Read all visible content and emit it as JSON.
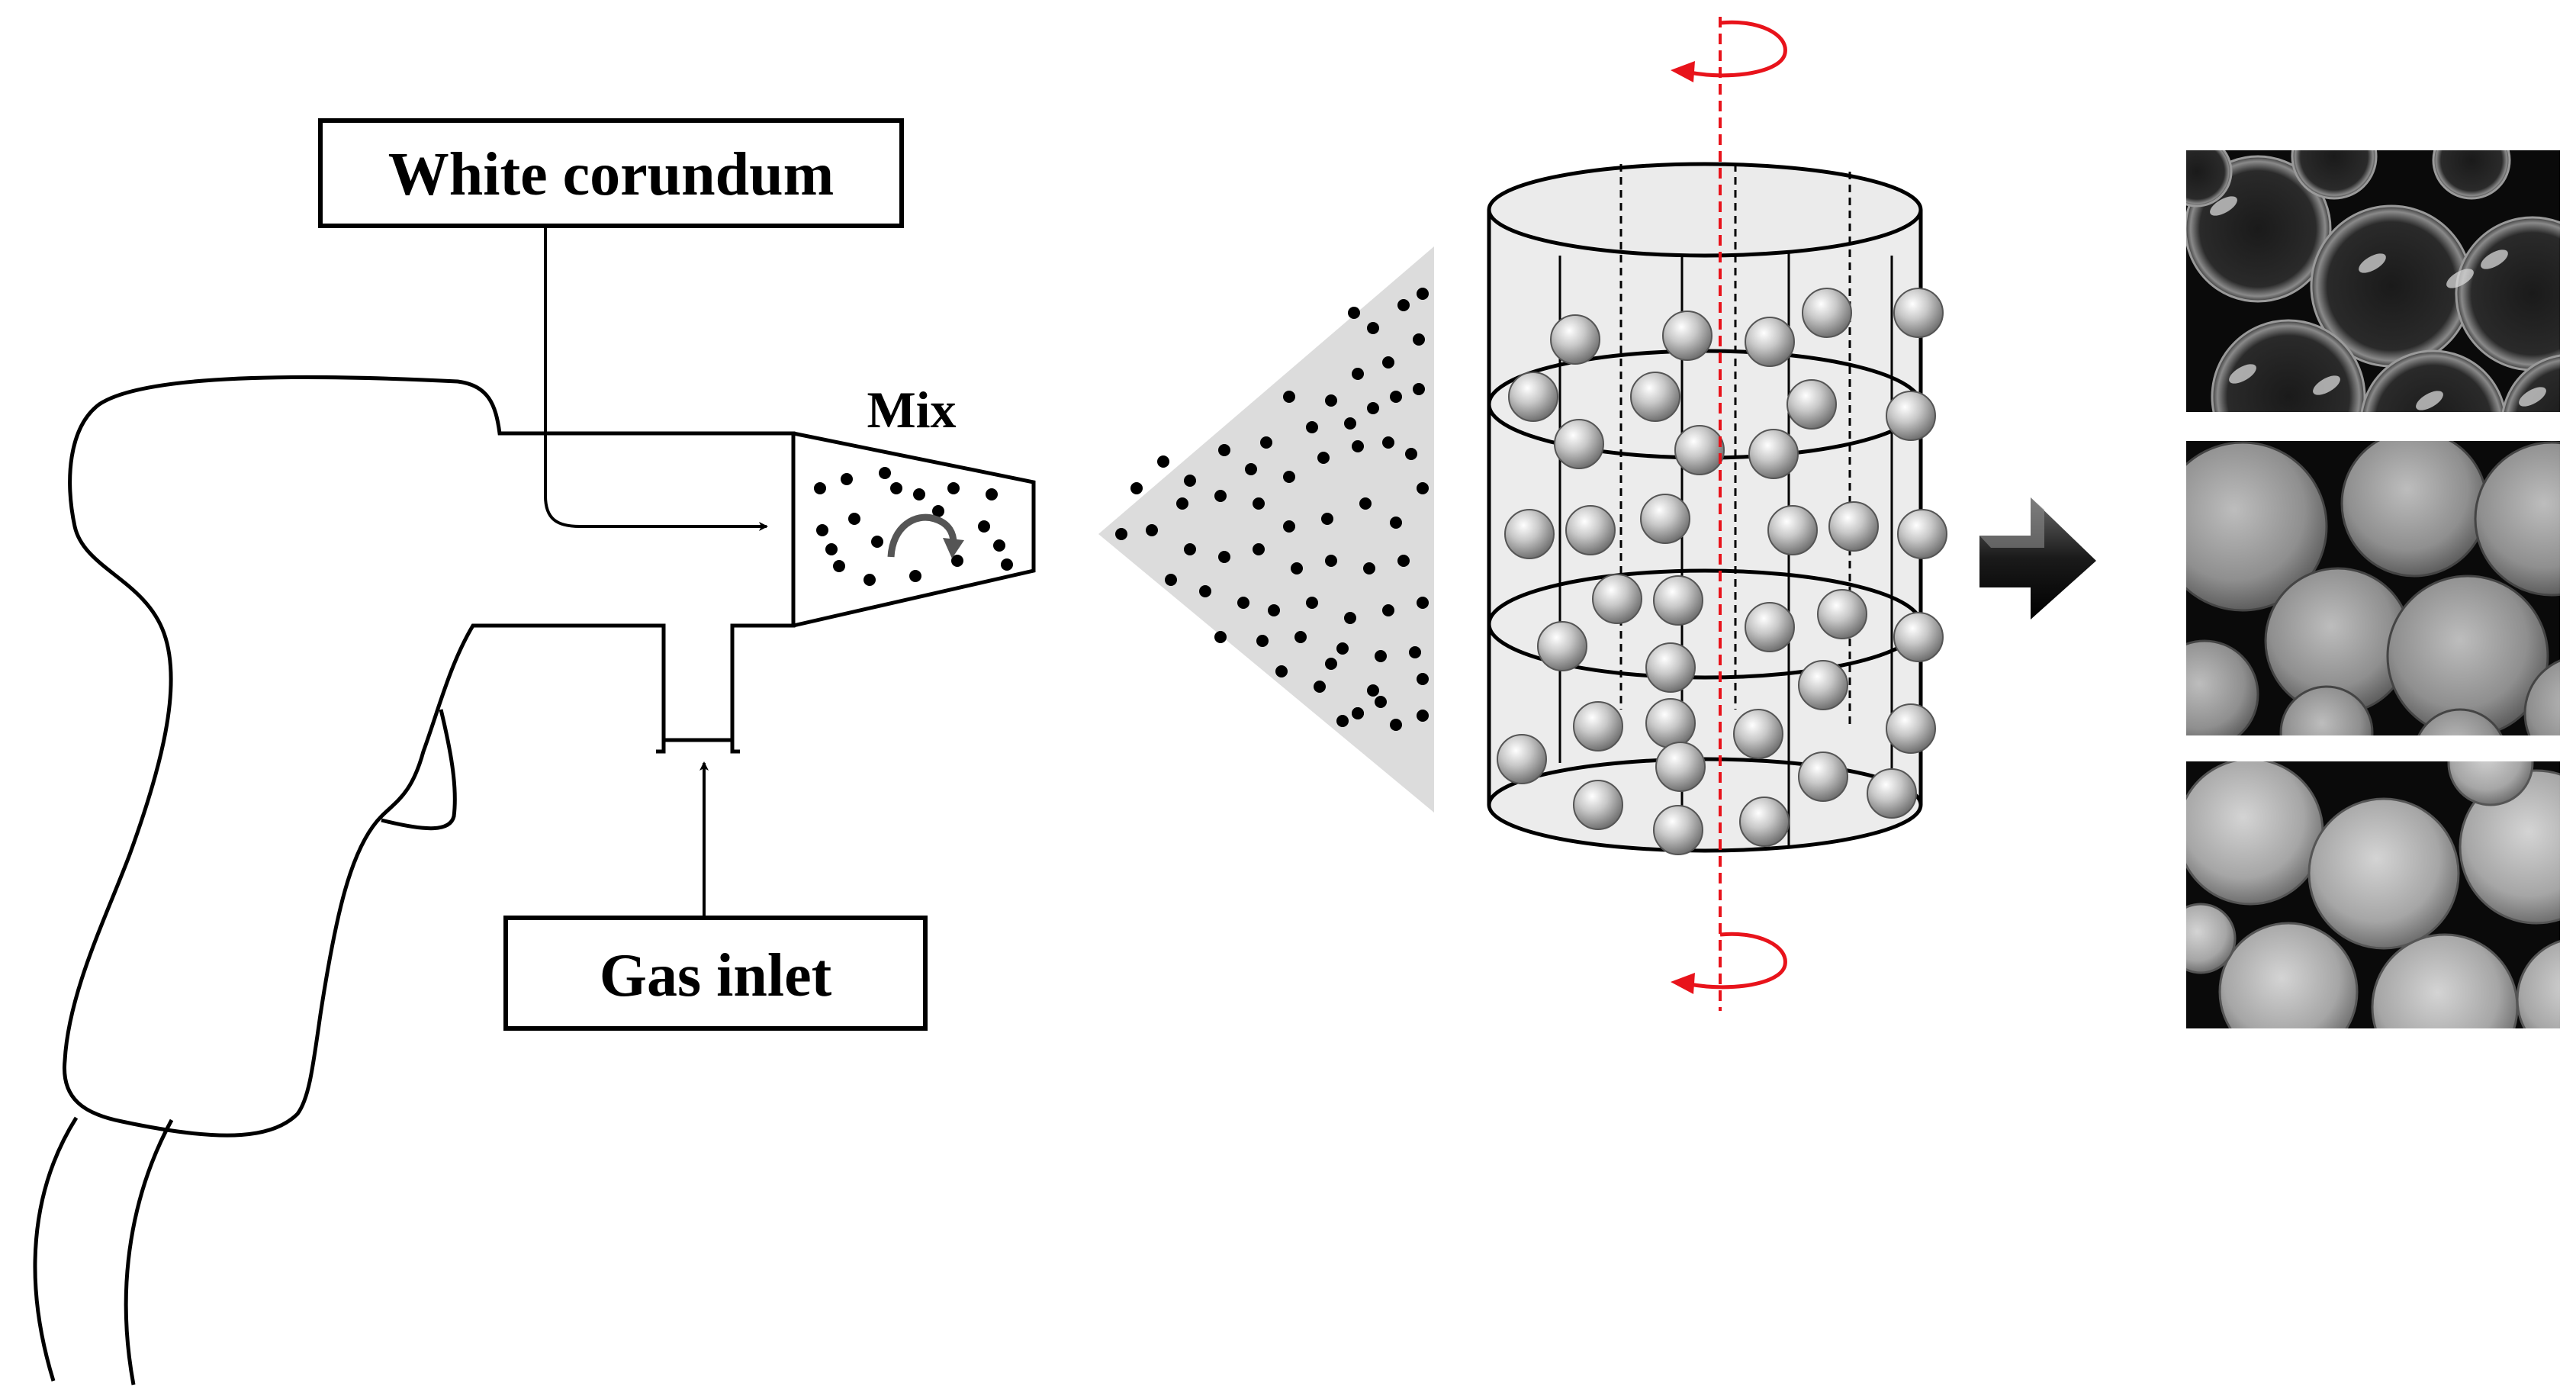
{
  "labels": {
    "white_corundum": "White corundum",
    "mix": "Mix",
    "gas_inlet": "Gas inlet"
  },
  "icons": {
    "spray_gun": "spray-gun-icon",
    "spray_cone": "spray-cone-icon",
    "drum": "rotating-drum-icon",
    "rotation_axis": "rotation-axis-icon",
    "process_arrow": "right-arrow-icon"
  },
  "panels": [
    {
      "name": "sample-photo-top",
      "theme": "glossy"
    },
    {
      "name": "sample-photo-middle",
      "theme": "matte"
    },
    {
      "name": "sample-photo-bottom",
      "theme": "matte-light"
    }
  ],
  "colors": {
    "line": "#000000",
    "axis": "#e8131b",
    "spray": "#dcdcdc",
    "drum_fill": "#ececec",
    "photo_bg": "#0a0a0a"
  }
}
